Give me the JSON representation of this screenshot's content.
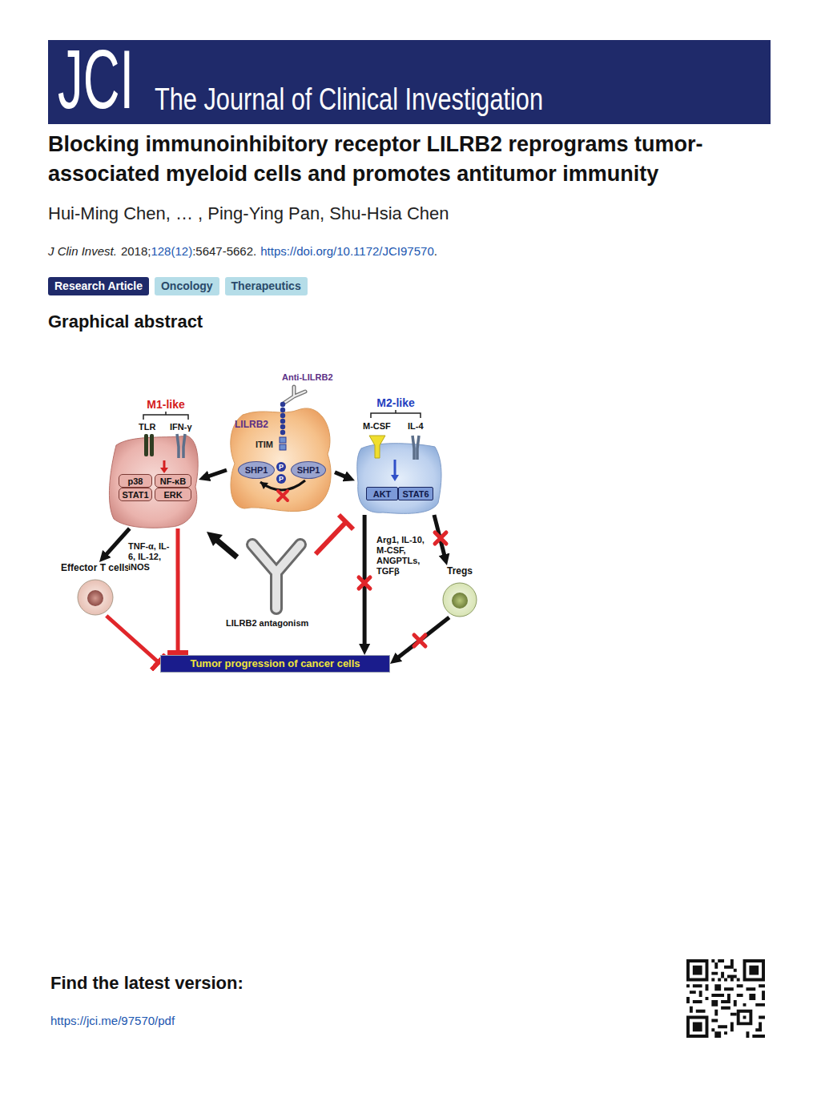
{
  "diagram": {
    "title": "Blocking immunoinhibitory receptor LILRB2 reprograms tumor-associated myeloid cells and promotes antitumor immunity",
    "nodes": [
      {
        "text": [
          "M1-like"
        ]
      },
      {
        "text": [
          "p38"
        ],
        "in": 0
      },
      {
        "text": [
          "NF-κB"
        ],
        "in": 0
      },
      {
        "text": [
          "STAT1"
        ],
        "in": 0
      },
      {
        "text": [
          "ERK"
        ],
        "in": 0
      },
      {
        "text": [
          "LILRB2",
          "ITIM"
        ]
      },
      {
        "text": [
          "SHP1"
        ],
        "in": 5
      },
      {
        "text": [
          "SHP1"
        ],
        "in": 5
      },
      {
        "text": [
          "M2-like"
        ]
      },
      {
        "text": [
          "AKT"
        ],
        "in": 8
      },
      {
        "text": [
          "STAT6"
        ],
        "in": 8
      },
      {
        "text": [
          "Effector T cells"
        ]
      },
      {
        "text": [
          "Tregs"
        ]
      },
      {
        "text": [
          "Tumor progression of cancer cells"
        ]
      }
    ],
    "edges": [
      {
        "from": 5,
        "to": 0,
        "arrow": "to"
      },
      {
        "from": 5,
        "to": 8,
        "arrow": "to"
      },
      {
        "from": 0,
        "to": 11,
        "label": "TNF-α, IL-6, IL-12, iNOS",
        "arrow": "to"
      },
      {
        "from": 11,
        "to": 13,
        "arrow": "to"
      },
      {
        "from": 0,
        "to": 13,
        "arrow": "to"
      },
      {
        "from": 8,
        "to": 13,
        "label": "Arg1, IL-10, M-CSF, ANGPTLs, TGFβ",
        "arrow": "to"
      },
      {
        "from": 8,
        "to": 12,
        "arrow": "to"
      },
      {
        "from": 12,
        "to": 13,
        "arrow": "to"
      }
    ],
    "labels": [
      "JCI",
      "The Journal of Clinical Investigation",
      "Hui-Ming Chen, … , Ping-Ying Pan, Shu-Hsia Chen",
      "J Clin Invest.",
      "2018;",
      "128(12)",
      ":5647-5662.",
      "https://doi.org/10.1172/JCI97570",
      ".",
      "Research Article",
      "Oncology",
      "Therapeutics",
      "Graphical abstract",
      "Anti-LILRB2",
      "TLR",
      "IFN-γ",
      "P",
      "P",
      "M-CSF",
      "IL-4",
      "LILRB2 antagonism",
      "Find the latest version:",
      "https://jci.me/97570/pdf"
    ]
  }
}
